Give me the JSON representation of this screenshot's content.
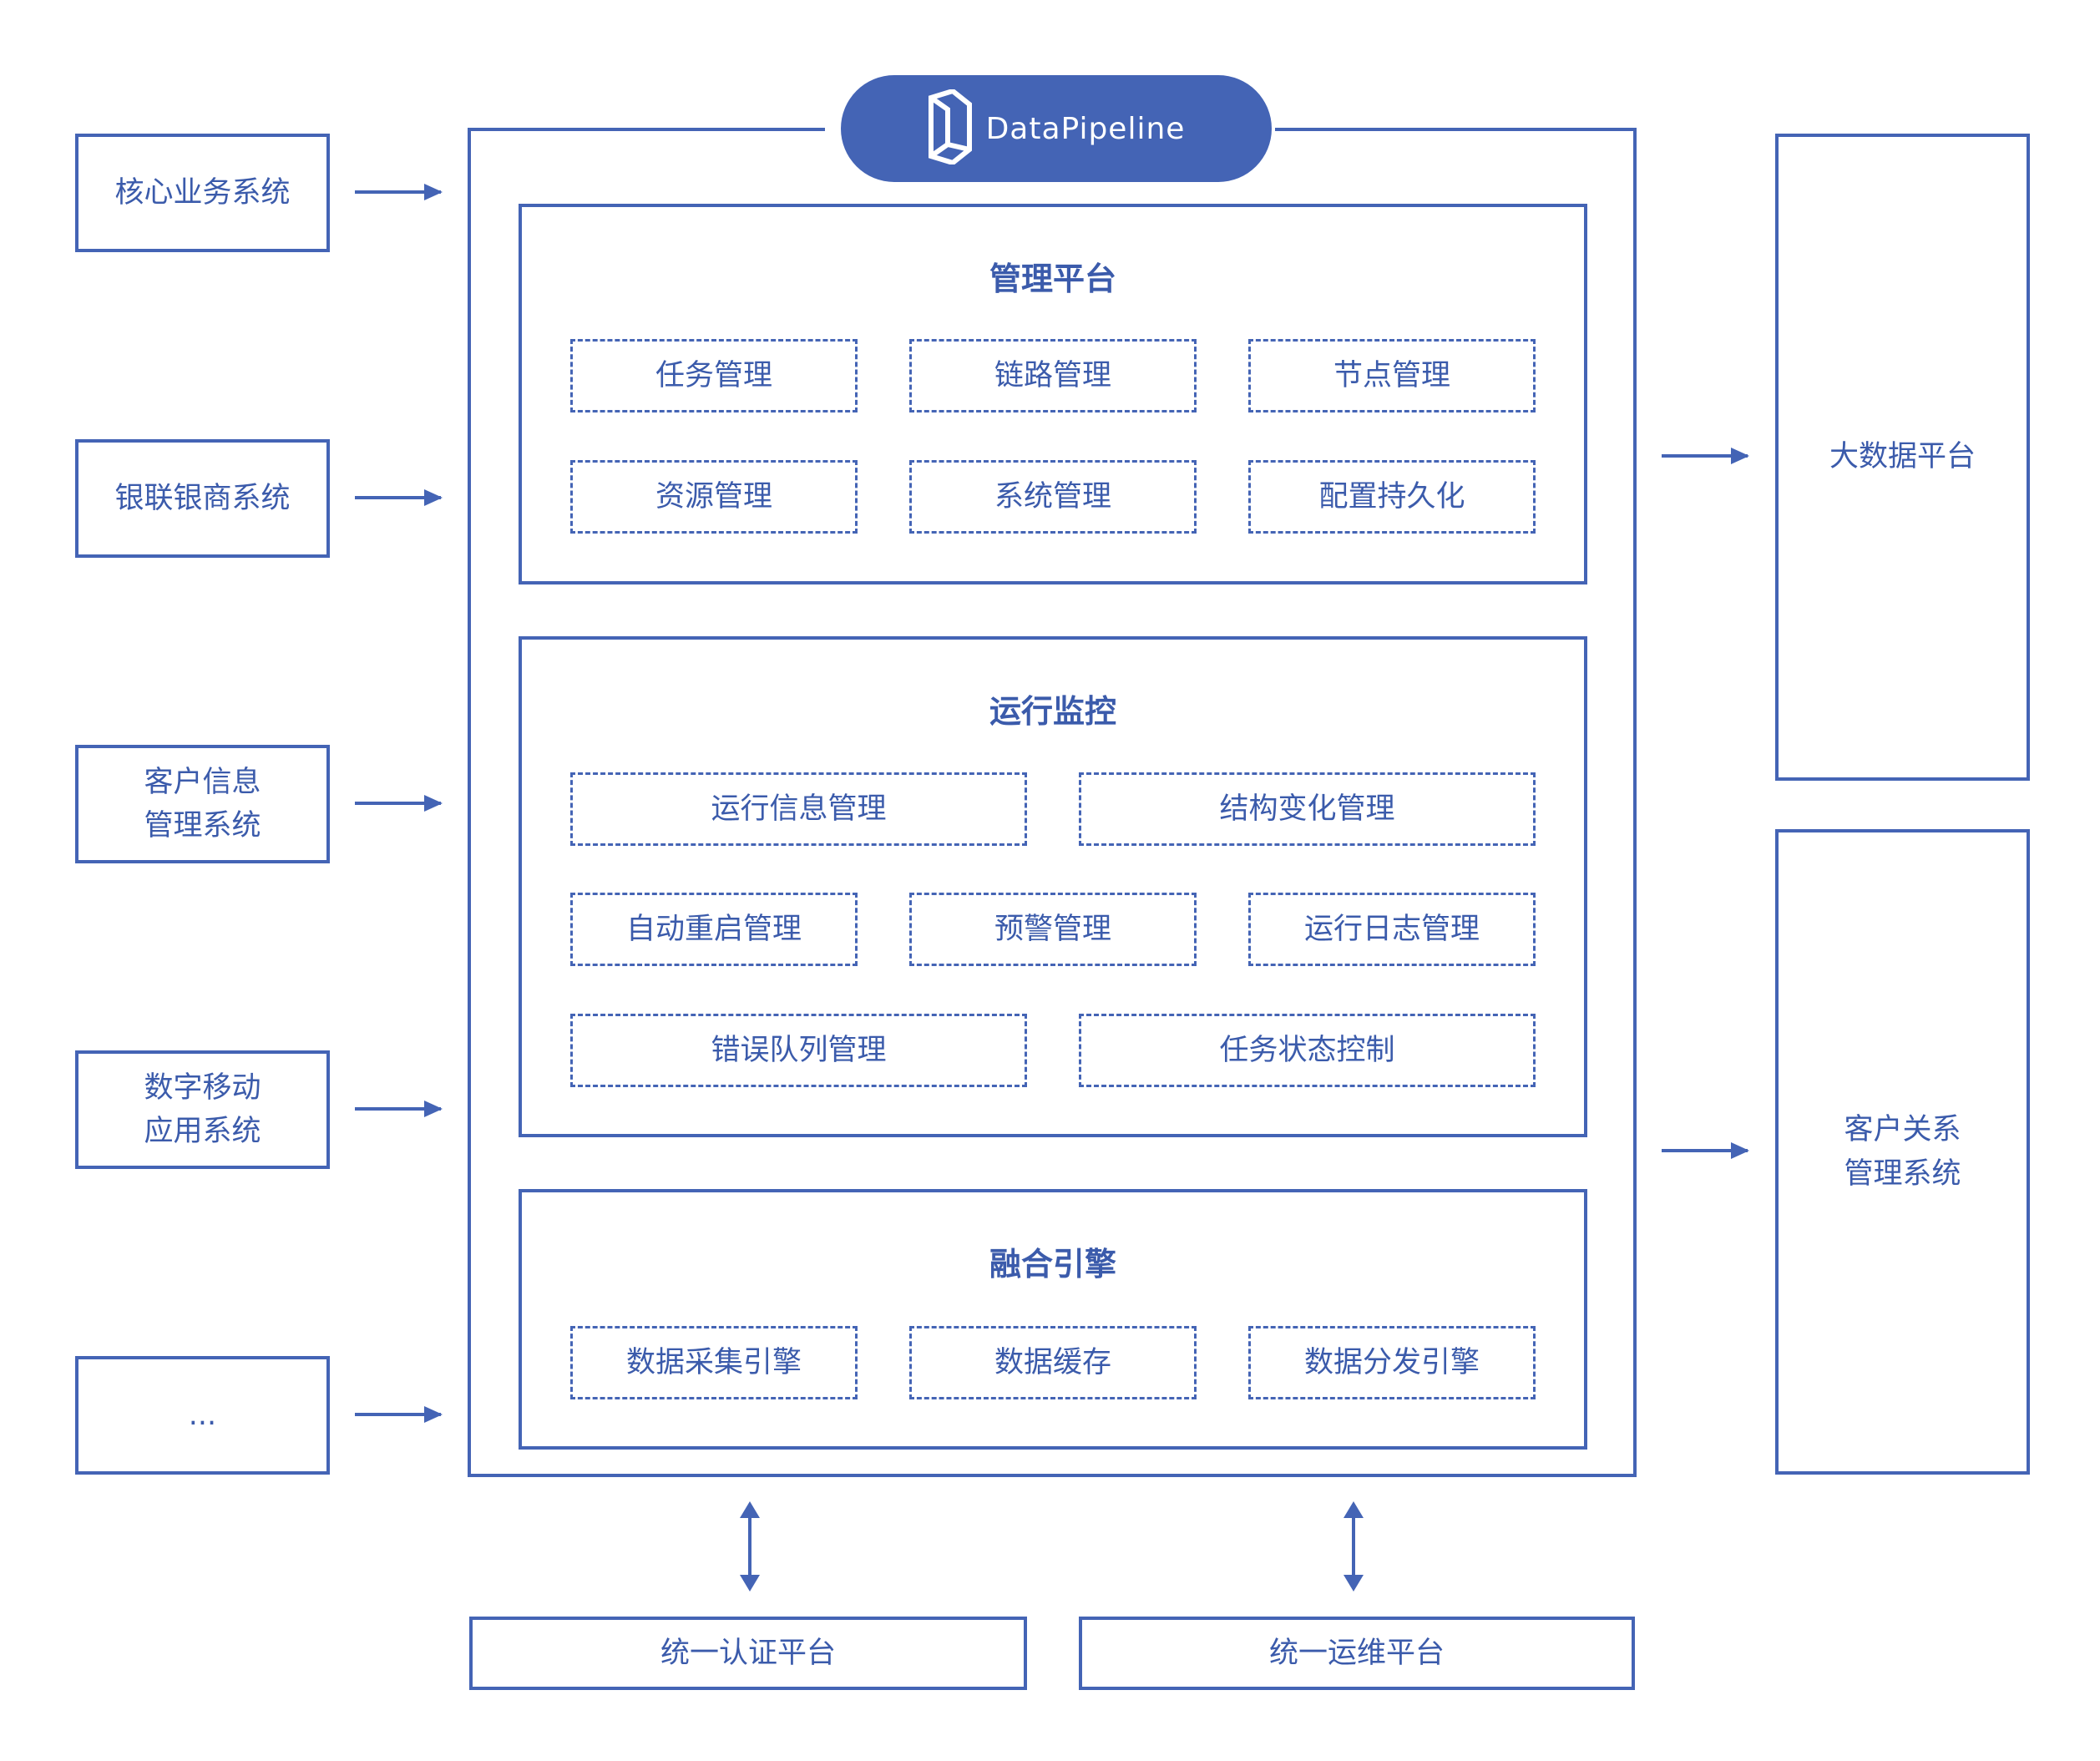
{
  "brand": {
    "name": "DataPipeline",
    "logo_icon": "datapipeline-logo-icon"
  },
  "sources": [
    {
      "label": "核心业务系统"
    },
    {
      "label": "银联银商系统"
    },
    {
      "label": "客户信息\n管理系统"
    },
    {
      "label": "数字移动\n应用系统"
    },
    {
      "label": "..."
    }
  ],
  "sections": {
    "management": {
      "title": "管理平台",
      "items": [
        "任务管理",
        "链路管理",
        "节点管理",
        "资源管理",
        "系统管理",
        "配置持久化"
      ]
    },
    "monitoring": {
      "title": "运行监控",
      "items": [
        "运行信息管理",
        "结构变化管理",
        "自动重启管理",
        "预警管理",
        "运行日志管理",
        "错误队列管理",
        "任务状态控制"
      ]
    },
    "engine": {
      "title": "融合引擎",
      "items": [
        "数据采集引擎",
        "数据缓存",
        "数据分发引擎"
      ]
    }
  },
  "targets": [
    {
      "label": "大数据平台"
    },
    {
      "label": "客户关系\n管理系统"
    }
  ],
  "bottom": [
    {
      "label": "统一认证平台"
    },
    {
      "label": "统一运维平台"
    }
  ],
  "colors": {
    "primary": "#4464b5",
    "text": "#3b5bab",
    "background": "#ffffff"
  }
}
